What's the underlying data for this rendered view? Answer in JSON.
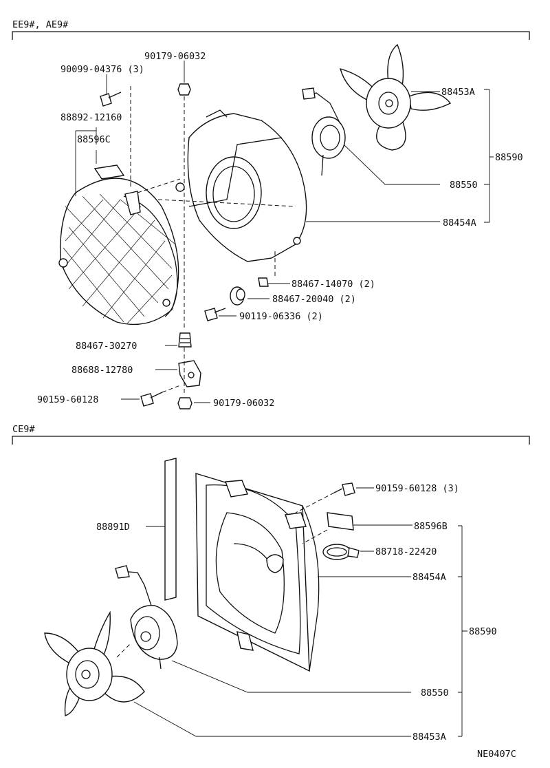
{
  "sections": {
    "top_title": "EE9#, AE9#",
    "bottom_title": "CE9#"
  },
  "top": {
    "labels": {
      "p1": "90179-06032",
      "p2": "90099-04376 (3)",
      "p3": "88892-12160",
      "p4": "88596C",
      "p5": "88453A",
      "p6": "88590",
      "p7": "88550",
      "p8": "88454A",
      "p9": "88467-14070 (2)",
      "p10": "88467-20040 (2)",
      "p11": "90119-06336 (2)",
      "p12": "88467-30270",
      "p13": "88688-12780",
      "p14": "90159-60128",
      "p15": "90179-06032"
    }
  },
  "bottom": {
    "labels": {
      "q1": "90159-60128 (3)",
      "q2": "88891D",
      "q3": "88596B",
      "q4": "88718-22420",
      "q5": "88454A",
      "q6": "88590",
      "q7": "88550",
      "q8": "88453A"
    }
  },
  "footer": {
    "code": "NE0407C"
  }
}
